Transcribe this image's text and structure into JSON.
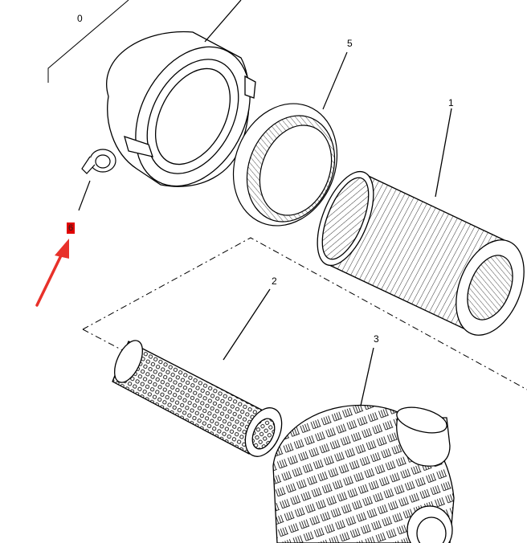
{
  "callouts": {
    "c0": "0",
    "c1": "1",
    "c2": "2",
    "c3": "3",
    "c5": "5",
    "c6": "6"
  },
  "colors": {
    "line": "#000000",
    "highlight": "#e00000",
    "arrow": "#e8312a"
  },
  "highlighted_callout": "6"
}
